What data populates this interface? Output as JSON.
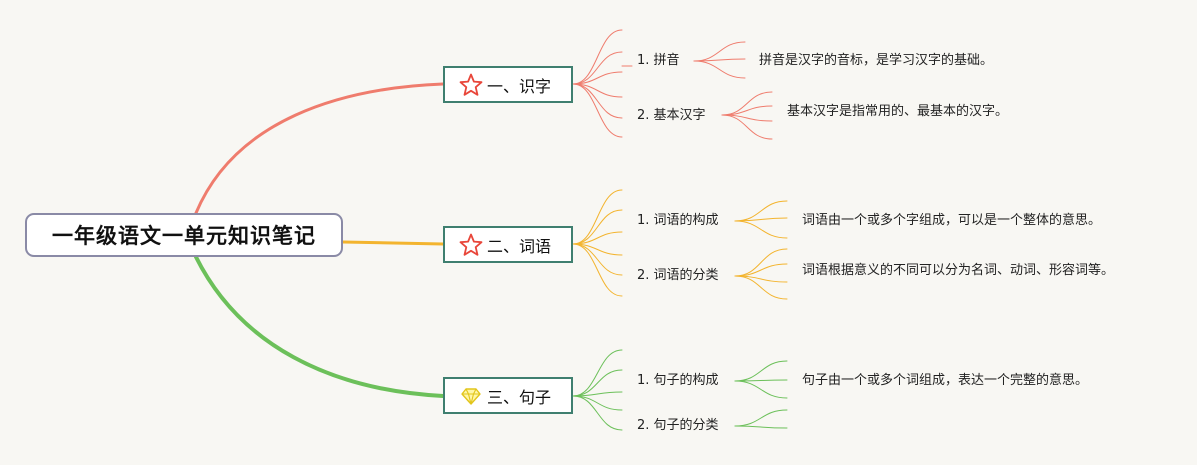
{
  "root": {
    "title": "一年级语文一单元知识笔记"
  },
  "topics": [
    {
      "label": "一、识字",
      "icon": "star-icon",
      "color": "#ef7c6d",
      "subs": [
        {
          "label": "1. 拼音",
          "note": "拼音是汉字的音标，是学习汉字的基础。"
        },
        {
          "label": "2. 基本汉字",
          "note": "基本汉字是指常用的、最基本的汉字。"
        }
      ]
    },
    {
      "label": "二、词语",
      "icon": "star-icon",
      "color": "#f3b42e",
      "subs": [
        {
          "label": "1. 词语的构成",
          "note": "词语由一个或多个字组成，可以是一个整体的意思。"
        },
        {
          "label": "2. 词语的分类",
          "note": "词语根据意义的不同可以分为名词、动词、形容词等。"
        }
      ]
    },
    {
      "label": "三、句子",
      "icon": "diamond-icon",
      "color": "#6cc05a",
      "subs": [
        {
          "label": "1. 句子的构成",
          "note": "句子由一个或多个词组成，表达一个完整的意思。"
        },
        {
          "label": "2. 句子的分类",
          "note": ""
        }
      ]
    }
  ]
}
